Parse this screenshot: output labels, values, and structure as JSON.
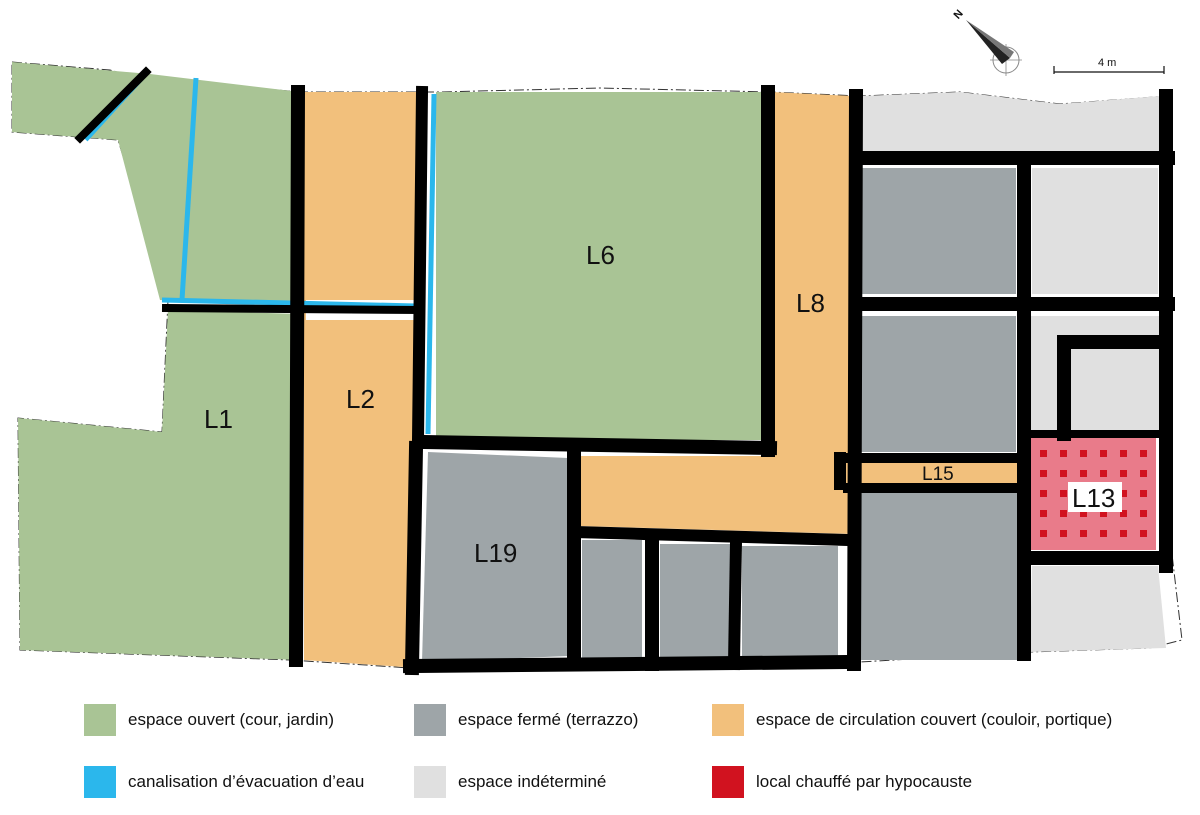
{
  "rooms": {
    "l1": "L1",
    "l2": "L2",
    "l6": "L6",
    "l8": "L8",
    "l13": "L13",
    "l15": "L15",
    "l19": "L19"
  },
  "north": {
    "label": "N"
  },
  "scale": {
    "label": "4 m"
  },
  "colors": {
    "open": "#a9c495",
    "closed": "#9ea5a8",
    "circulation": "#f2c07c",
    "drain": "#2bb7ec",
    "undetermined": "#e0e0e0",
    "heated": "#d1121f",
    "heated_fill": "#e97b8a",
    "wall": "#000000"
  },
  "legend": [
    {
      "key": "open",
      "label": "espace ouvert (cour, jardin)"
    },
    {
      "key": "closed",
      "label": "espace fermé (terrazzo)"
    },
    {
      "key": "circulation",
      "label": "espace de circulation couvert (couloir, portique)"
    },
    {
      "key": "drain",
      "label": "canalisation d’évacuation d’eau"
    },
    {
      "key": "undetermined",
      "label": "espace indéterminé"
    },
    {
      "key": "heated",
      "label": "local chauffé par hypocauste"
    }
  ]
}
